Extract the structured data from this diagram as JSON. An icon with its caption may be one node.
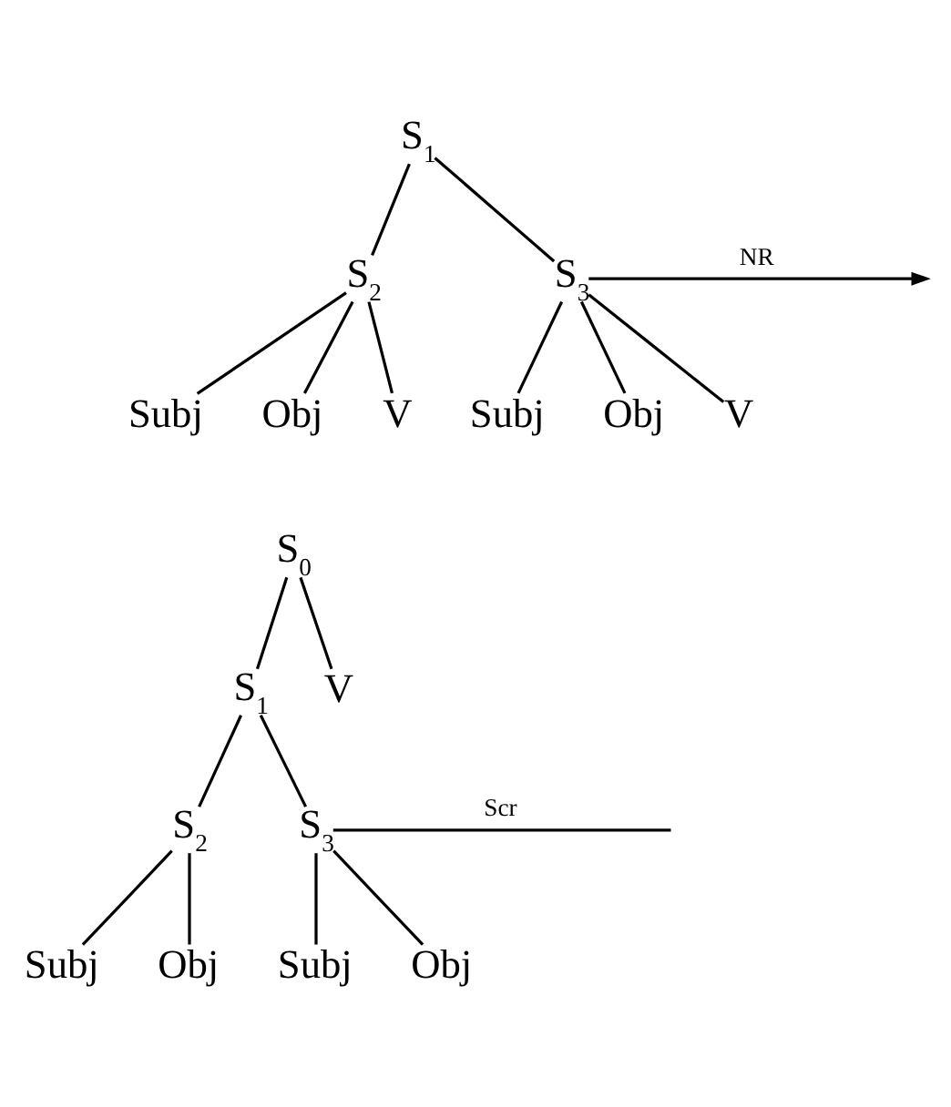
{
  "diagram": {
    "nodes": [
      {
        "text": [
          "S$_{1}$"
        ]
      },
      {
        "text": [
          "S$_{2}$"
        ]
      },
      {
        "text": [
          "S$_{3}$"
        ]
      },
      {
        "text": [
          "Subj"
        ]
      },
      {
        "text": [
          "Obj"
        ]
      },
      {
        "text": [
          "V"
        ]
      },
      {
        "text": [
          "Subj"
        ]
      },
      {
        "text": [
          "Obj"
        ]
      },
      {
        "text": [
          "V"
        ]
      },
      {
        "text": [
          "S$_{0}$"
        ]
      },
      {
        "text": [
          "S$_{1}$"
        ]
      },
      {
        "text": [
          "V"
        ]
      },
      {
        "text": [
          "S$_{2}$"
        ]
      },
      {
        "text": [
          "S$_{3}$"
        ]
      },
      {
        "text": [
          "Subj"
        ]
      },
      {
        "text": [
          "Obj"
        ]
      },
      {
        "text": [
          "Subj"
        ]
      },
      {
        "text": [
          "Obj"
        ]
      }
    ],
    "edges": [
      {
        "from": 0,
        "to": 1,
        "arrow": "none"
      },
      {
        "from": 0,
        "to": 2,
        "arrow": "none"
      },
      {
        "from": 1,
        "to": 3,
        "arrow": "none"
      },
      {
        "from": 1,
        "to": 4,
        "arrow": "none"
      },
      {
        "from": 1,
        "to": 5,
        "arrow": "none"
      },
      {
        "from": 2,
        "to": 6,
        "arrow": "none"
      },
      {
        "from": 2,
        "to": 7,
        "arrow": "none"
      },
      {
        "from": 2,
        "to": 8,
        "arrow": "none"
      },
      {
        "from": 2,
        "to": null,
        "arrow": "to",
        "label": "NR"
      },
      {
        "from": 9,
        "to": 10,
        "arrow": "none"
      },
      {
        "from": 9,
        "to": 11,
        "arrow": "none"
      },
      {
        "from": 10,
        "to": 12,
        "arrow": "none"
      },
      {
        "from": 10,
        "to": 13,
        "arrow": "none"
      },
      {
        "from": 12,
        "to": 14,
        "arrow": "none"
      },
      {
        "from": 12,
        "to": 15,
        "arrow": "none"
      },
      {
        "from": 13,
        "to": 16,
        "arrow": "none"
      },
      {
        "from": 13,
        "to": 17,
        "arrow": "none"
      },
      {
        "from": 13,
        "to": null,
        "arrow": "none",
        "label": "Scr"
      }
    ]
  }
}
